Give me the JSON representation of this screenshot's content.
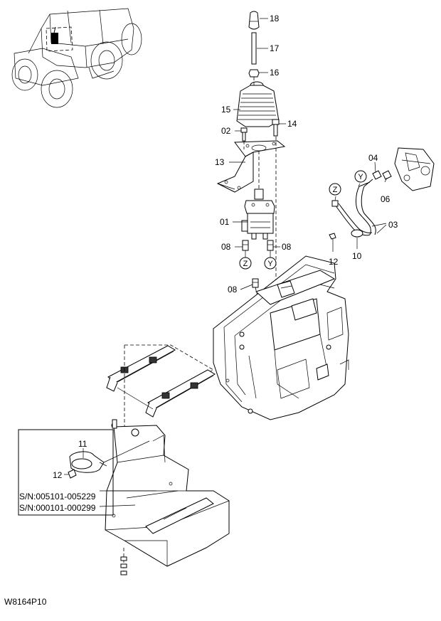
{
  "parts": [
    {
      "id": "18",
      "label": "18"
    },
    {
      "id": "17",
      "label": "17"
    },
    {
      "id": "16",
      "label": "16"
    },
    {
      "id": "15",
      "label": "15"
    },
    {
      "id": "14",
      "label": "14"
    },
    {
      "id": "02",
      "label": "02"
    },
    {
      "id": "13",
      "label": "13"
    },
    {
      "id": "01",
      "label": "01"
    },
    {
      "id": "08a",
      "label": "08"
    },
    {
      "id": "08b",
      "label": "08"
    },
    {
      "id": "08c",
      "label": "08"
    },
    {
      "id": "04",
      "label": "04"
    },
    {
      "id": "06",
      "label": "06"
    },
    {
      "id": "03",
      "label": "03"
    },
    {
      "id": "12a",
      "label": "12"
    },
    {
      "id": "10",
      "label": "10"
    },
    {
      "id": "11",
      "label": "11"
    },
    {
      "id": "12b",
      "label": "12"
    }
  ],
  "connectors": {
    "z1": "Z",
    "y1": "Y",
    "z2": "Z",
    "y2": "Y"
  },
  "serial_numbers": [
    "S/N:005101-005229",
    "S/N:000101-000299"
  ],
  "drawing_code": "W8164P10"
}
